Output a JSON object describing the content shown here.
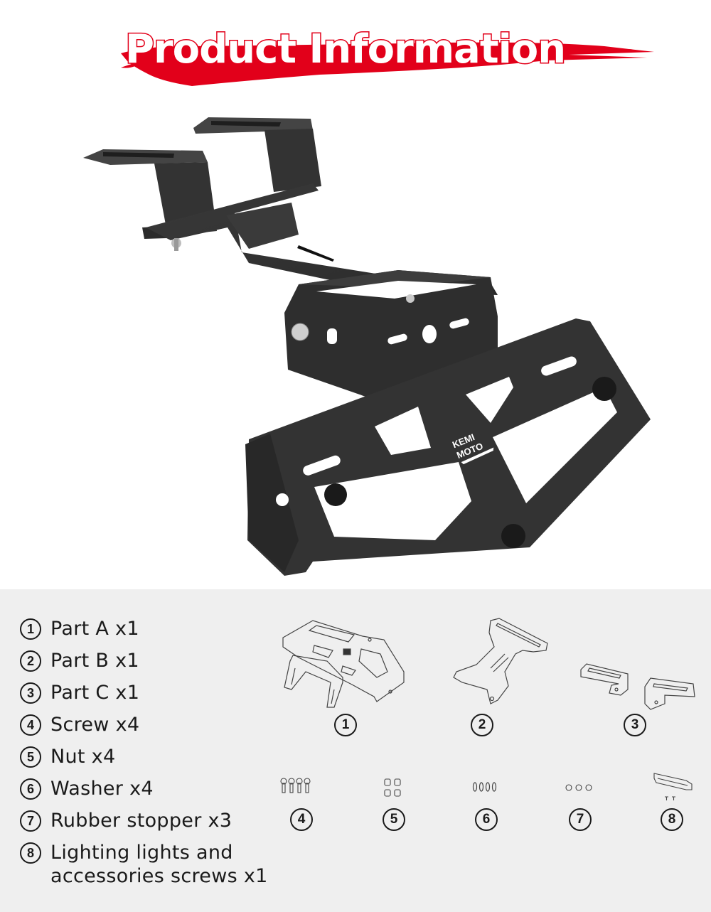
{
  "header": {
    "title": "Product Information",
    "accent_color": "#e2001a"
  },
  "product_image": {
    "alt": "Black adjustable license plate bracket with KEMIMOTO logo",
    "brand_logo_line1": "KEMI",
    "brand_logo_line2": "MOTO"
  },
  "parts": {
    "items": [
      {
        "num": "1",
        "label": "Part A x1"
      },
      {
        "num": "2",
        "label": "Part B x1"
      },
      {
        "num": "3",
        "label": "Part C x1"
      },
      {
        "num": "4",
        "label": "Screw x4"
      },
      {
        "num": "5",
        "label": "Nut x4"
      },
      {
        "num": "6",
        "label": "Washer x4"
      },
      {
        "num": "7",
        "label": "Rubber stopper x3"
      },
      {
        "num": "8",
        "label": "Lighting lights and accessories screws x1"
      }
    ],
    "diagram_labels": [
      "1",
      "2",
      "3",
      "4",
      "5",
      "6",
      "7",
      "8"
    ],
    "panel_color": "#efefef"
  }
}
